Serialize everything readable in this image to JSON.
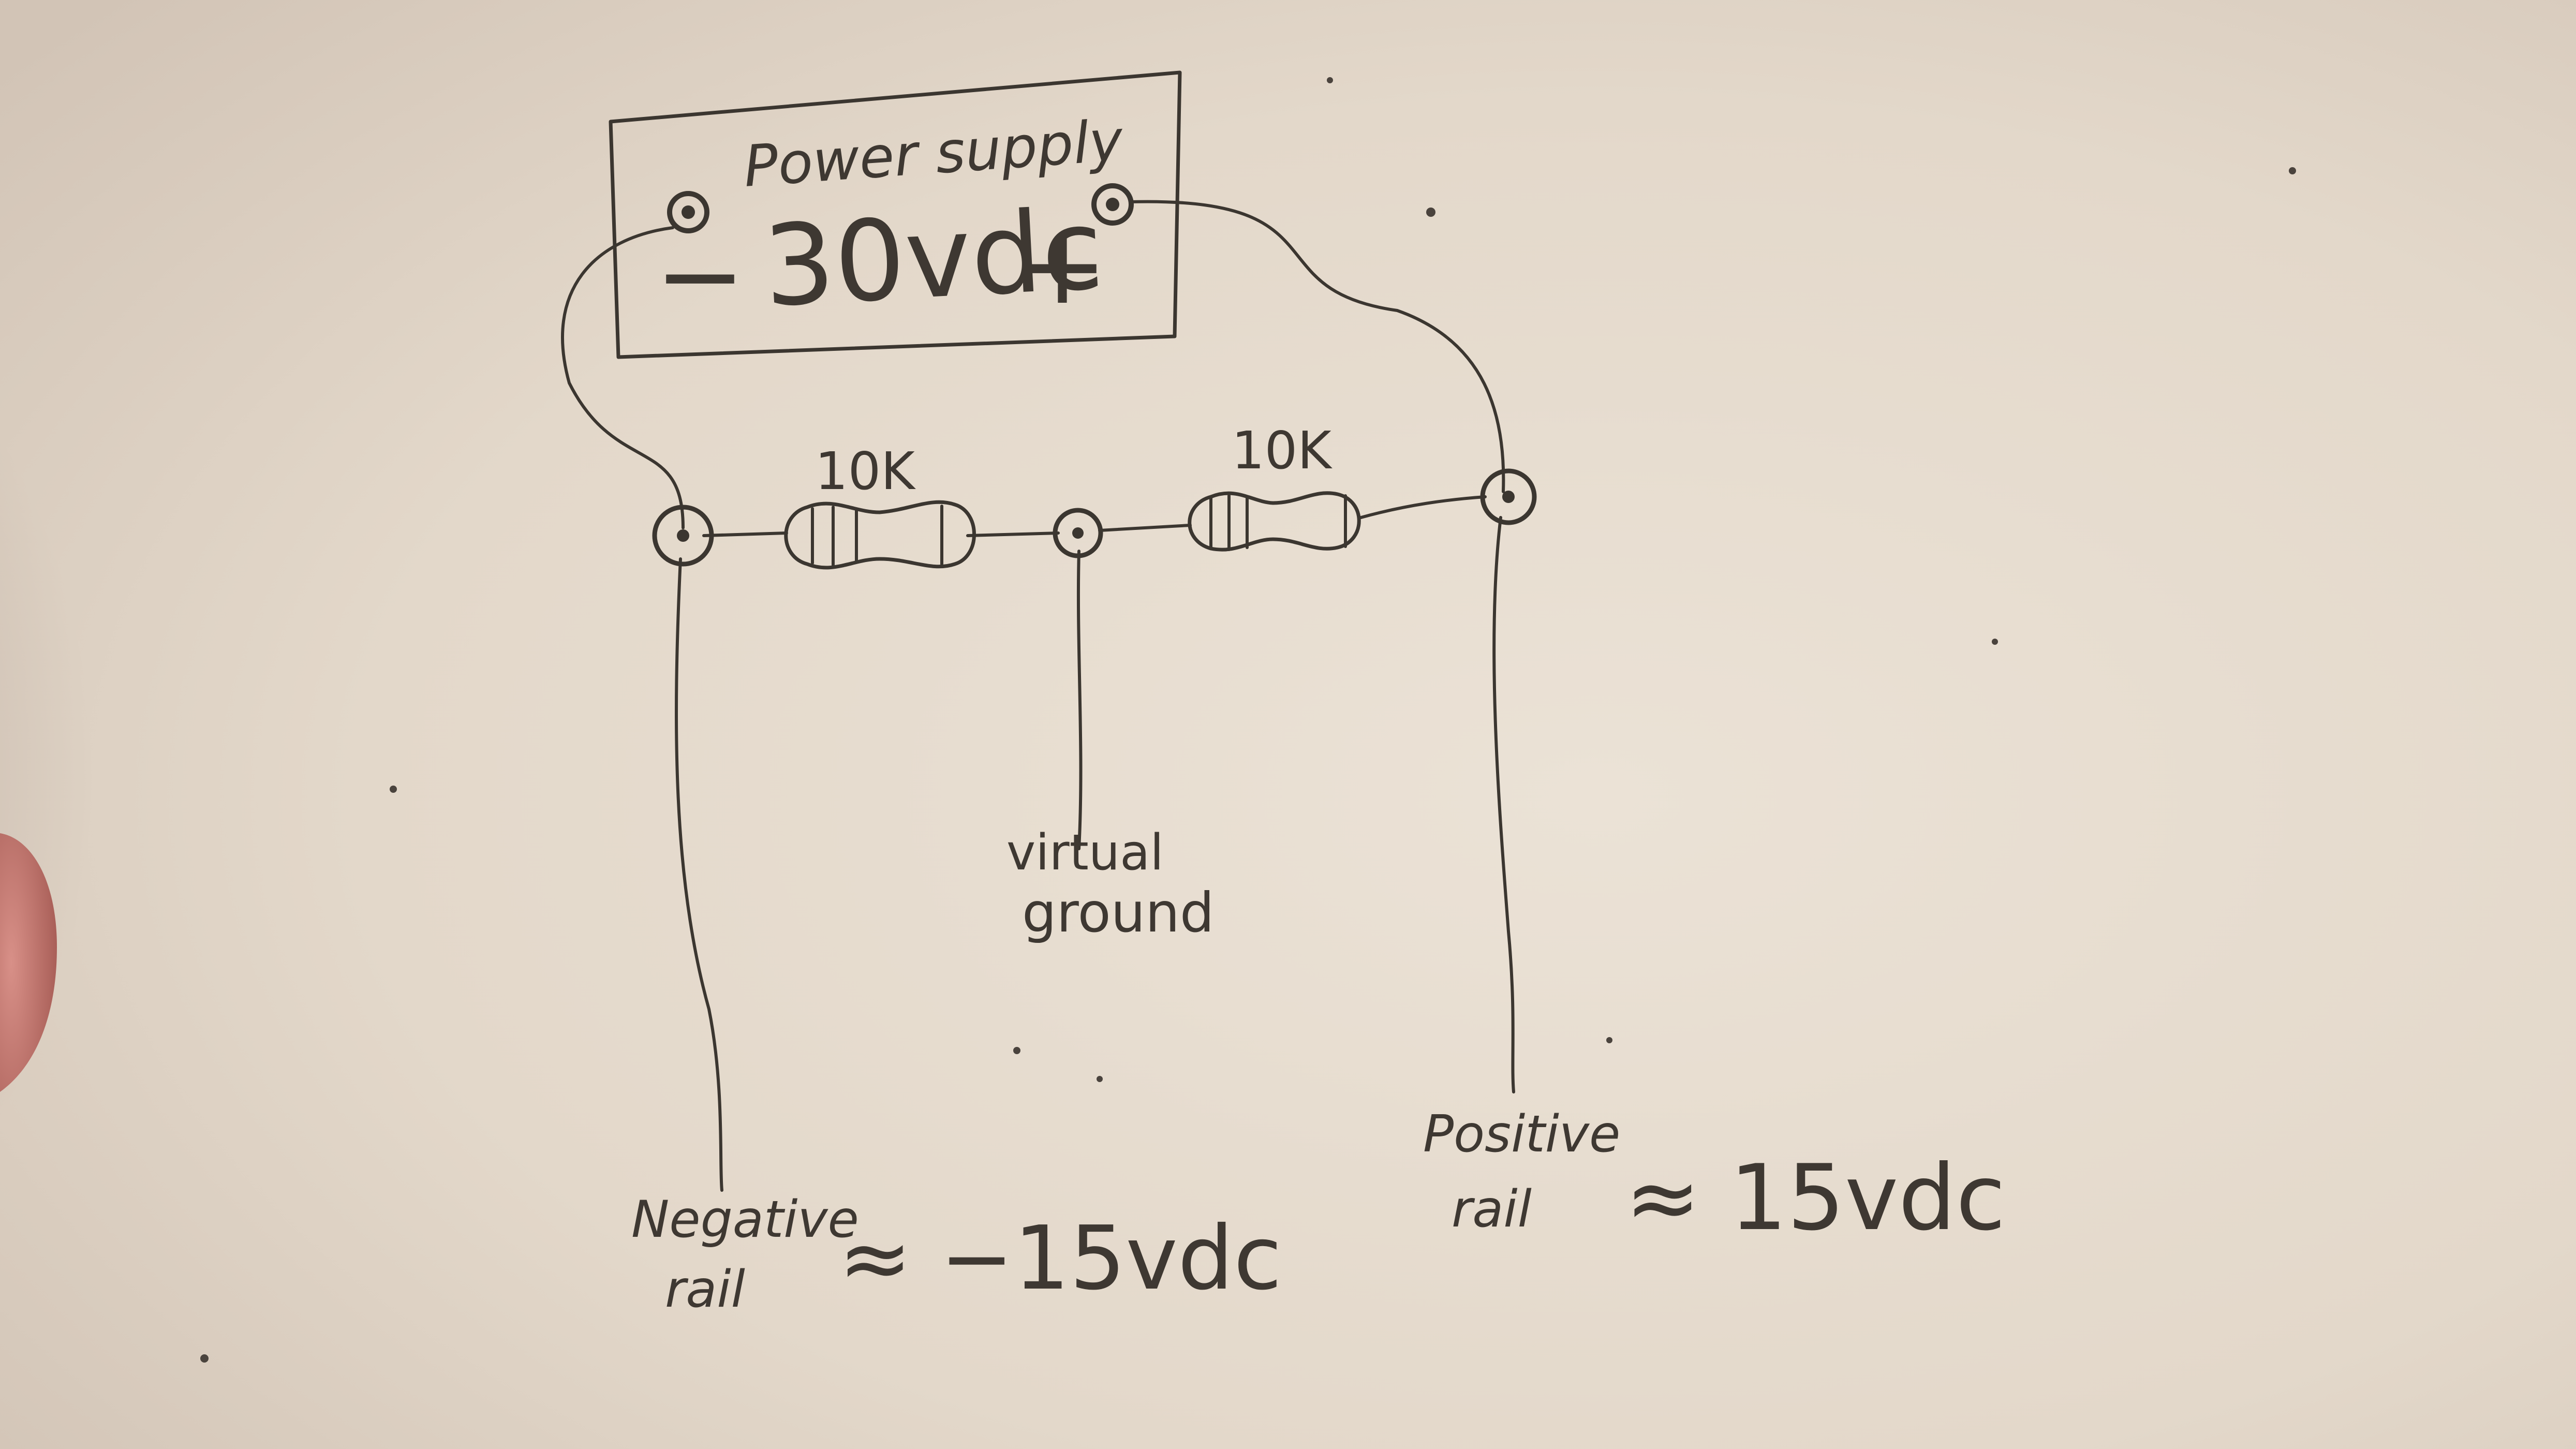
{
  "power_supply": {
    "title": "Power supply",
    "negative_terminal": "−",
    "voltage": "30vdc",
    "positive_terminal": "+"
  },
  "resistors": [
    {
      "label": "10K"
    },
    {
      "label": "10K"
    }
  ],
  "labels": {
    "virtual_ground_line1": "virtual",
    "virtual_ground_line2": "ground",
    "negative_rail_line1": "Negative",
    "negative_rail_line2": "rail",
    "negative_rail_value": "≈ −15vdc",
    "positive_rail_line1": "Positive",
    "positive_rail_line2": "rail",
    "positive_rail_value": "≈ 15vdc"
  },
  "colors": {
    "paper": "#e6dccf",
    "ink": "#3b3630",
    "shadow": "#b7a89e",
    "finger": "#c47a72"
  }
}
